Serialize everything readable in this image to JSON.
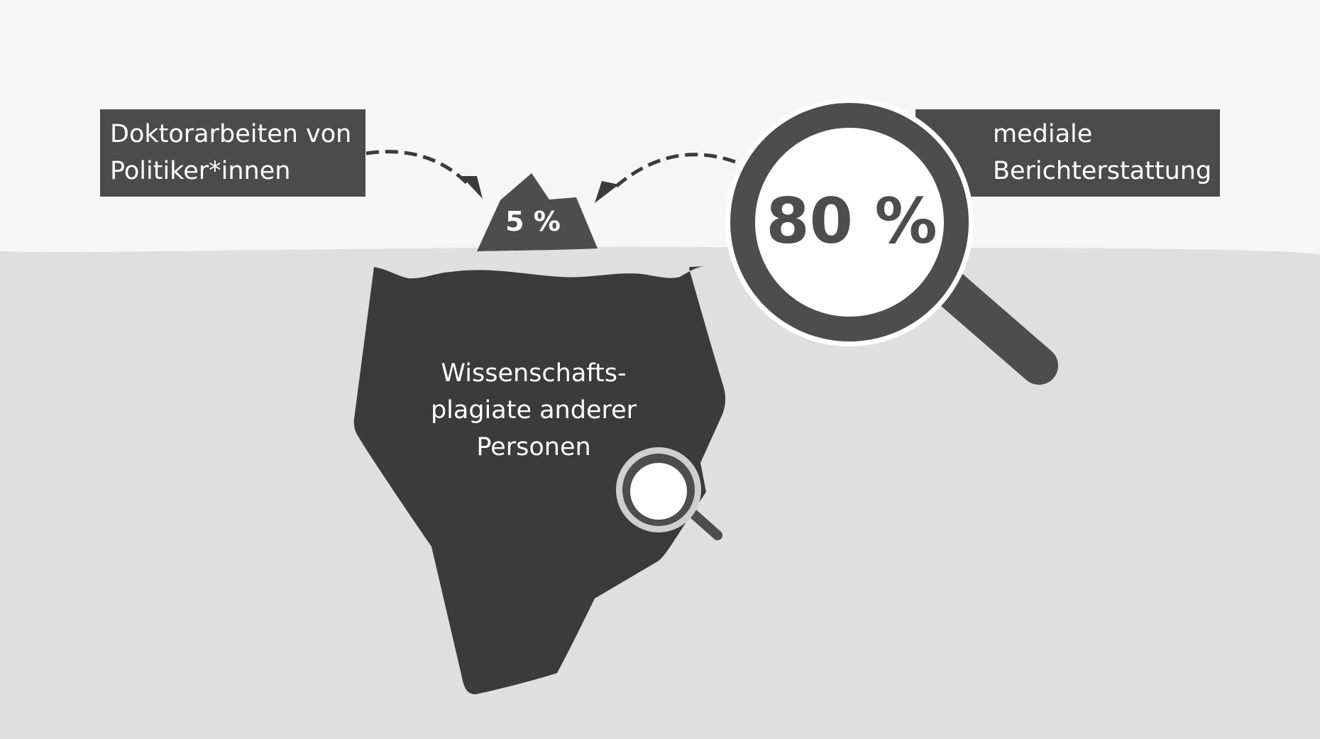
{
  "callouts": {
    "left": {
      "line1": "Doktorarbeiten von",
      "line2": "Politiker*innen"
    },
    "right": {
      "line1": "mediale",
      "line2": "Berichterstattung"
    }
  },
  "iceberg": {
    "tip_value": "5 %",
    "underwater_label": {
      "line1": "Wissenschafts-",
      "line2": "plagiate anderer",
      "line3": "Personen"
    }
  },
  "magnifier": {
    "value": "80 %"
  },
  "colors": {
    "sky": "#f6f6f6",
    "water": "#dfdfdf",
    "iceberg": "#3b3b3b",
    "tip": "#4d4d4d",
    "callout_box": "#4b4b4b",
    "magnifier": "#4d4d4d",
    "lens": "#ffffff"
  },
  "icons": [
    "magnifier-icon",
    "arrow-left-dashed",
    "arrow-right-dashed"
  ]
}
